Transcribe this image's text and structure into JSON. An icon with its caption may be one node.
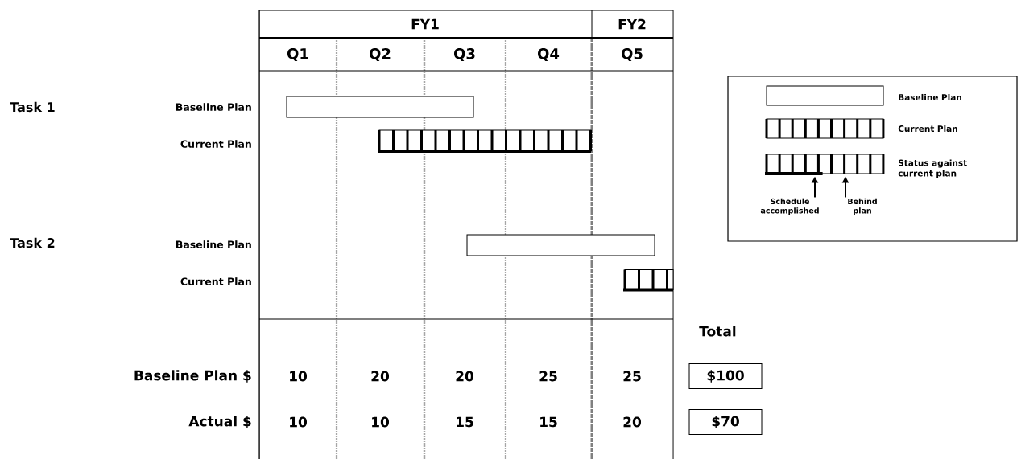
{
  "diagram": {
    "nodes": [
      {
        "text": [],
        "shape": "bar"
      },
      {
        "text": [],
        "shape": "bar"
      },
      {
        "text": [],
        "shape": "bar"
      },
      {
        "text": [],
        "shape": "bar"
      },
      {
        "text": [
          "$100"
        ]
      },
      {
        "text": [
          "$70"
        ]
      },
      {
        "text": [],
        "shape": "box"
      },
      {
        "text": [],
        "shape": "bar",
        "in": 6,
        "beside": [
          "Baseline Plan"
        ]
      },
      {
        "text": [],
        "shape": "bar",
        "in": 6,
        "beside": [
          "Current Plan"
        ]
      },
      {
        "text": [],
        "shape": "bar",
        "in": 6,
        "beside": [
          "Status against current plan"
        ]
      },
      {
        "text": [
          "Schedule accomplished"
        ],
        "in": 6
      },
      {
        "text": [
          "Behind plan"
        ],
        "in": 6
      }
    ],
    "edges": [
      {
        "from": 10,
        "to": 9,
        "arrow": "to"
      },
      {
        "from": 11,
        "to": 9,
        "arrow": "to"
      }
    ],
    "labels": [
      "FY1",
      "FY2",
      "Q1",
      "Q2",
      "Q3",
      "Q4",
      "Q5",
      "Task 1",
      "Baseline Plan",
      "Current Plan",
      "Task 2",
      "Baseline Plan",
      "Current Plan",
      "Total",
      "Baseline Plan $",
      "10",
      "20",
      "20",
      "25",
      "25",
      "Actual $",
      "10",
      "10",
      "15",
      "15",
      "20"
    ]
  }
}
